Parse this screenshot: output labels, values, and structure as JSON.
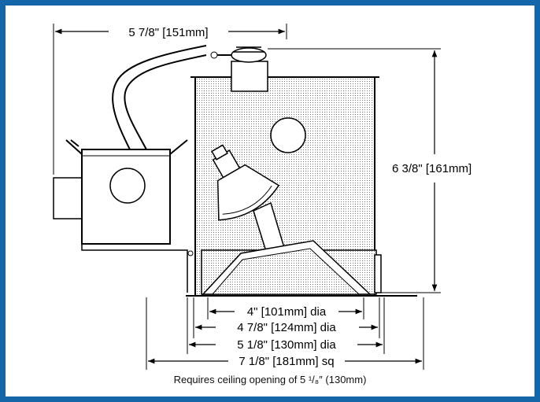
{
  "dimensions": {
    "top_width": "5 7/8\" [151mm]",
    "height": "6 3/8\" [161mm]",
    "aperture": "4\" [101mm] dia",
    "trim_inner": "4 7/8\" [124mm] dia",
    "trim_outer": "5 1/8\" [130mm] dia",
    "plate": "7 1/8\" [181mm] sq"
  },
  "caption": "Requires ceiling opening of 5 ¹/₈″ (130mm)",
  "colors": {
    "frame": "#1566a8",
    "panel": "#ffffff",
    "line": "#000000"
  }
}
